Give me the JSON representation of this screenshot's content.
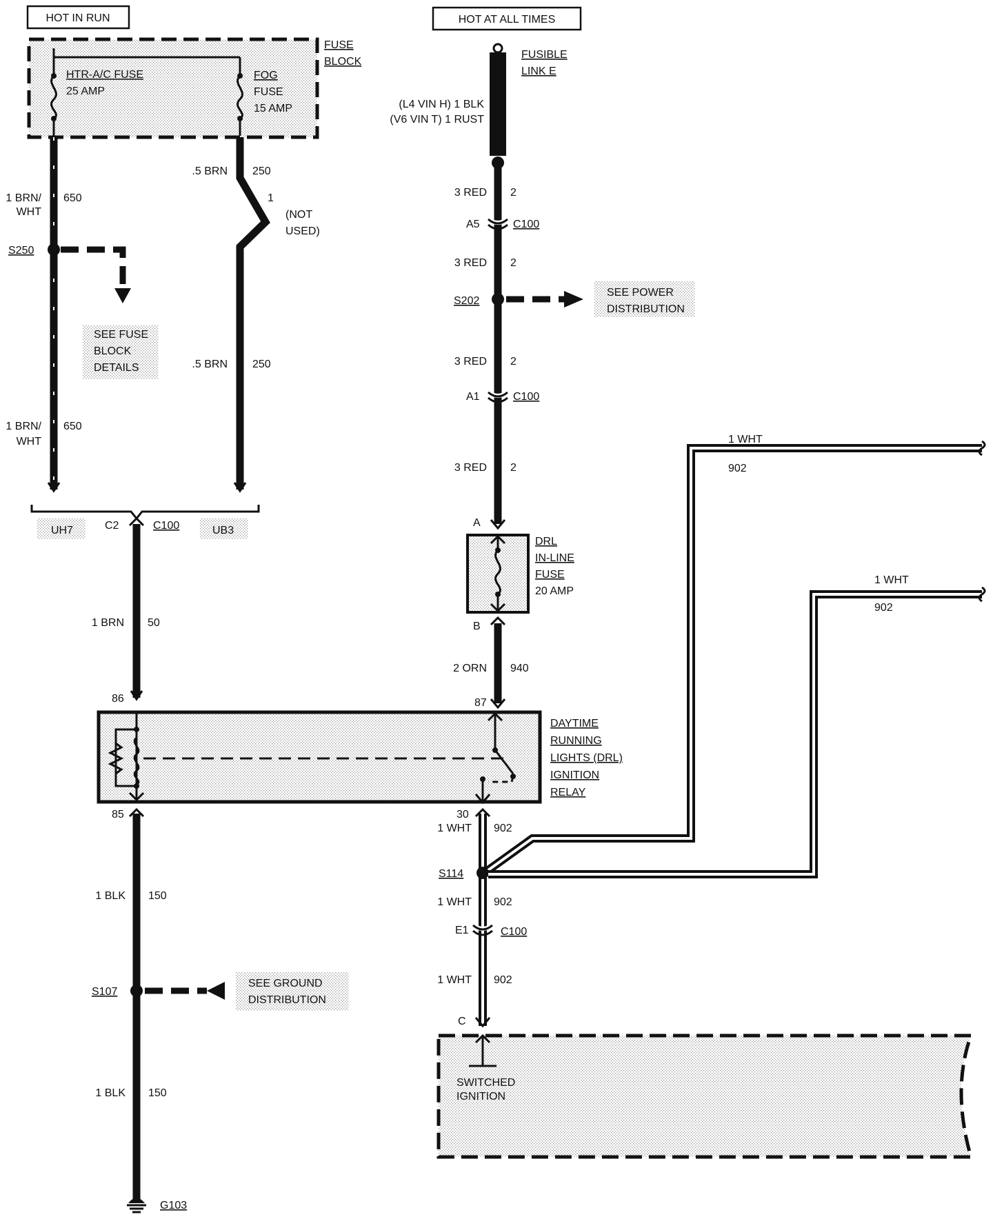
{
  "headers": {
    "hot_in_run": "HOT IN RUN",
    "hot_at_all_times": "HOT AT ALL TIMES"
  },
  "fuse_block": {
    "label_line1": "FUSE",
    "label_line2": "BLOCK",
    "htr_fuse_line1": "HTR-A/C FUSE",
    "htr_fuse_line2": "25 AMP",
    "fog_fuse_line1": "FOG",
    "fog_fuse_line2": "FUSE",
    "fog_fuse_line3": "15 AMP"
  },
  "fusible_link": {
    "label_line1": "FUSIBLE",
    "label_line2": "LINK E",
    "wire_line1": "(L4 VIN H) 1 BLK",
    "wire_line2": "(V6 VIN T) 1 RUST"
  },
  "left_wires": {
    "w650_a_color1": "1 BRN/",
    "w650_a_color2": "WHT",
    "w650_a_circuit": "650",
    "w650_b_color1": "1 BRN/",
    "w650_b_color2": "WHT",
    "w650_b_circuit": "650",
    "s250": "S250",
    "see_fuse_line1": "SEE FUSE",
    "see_fuse_line2": "BLOCK",
    "see_fuse_line3": "DETAILS",
    "w250_a_color": ".5 BRN",
    "w250_a_circuit": "250",
    "w250_b_color": ".5 BRN",
    "w250_b_circuit": "250",
    "pin1": "1",
    "not_used_line1": "(NOT",
    "not_used_line2": "USED)",
    "uh7": "UH7",
    "ub3": "UB3",
    "c2": "C2",
    "c100": "C100",
    "w50_color": "1 BRN",
    "w50_circuit": "50",
    "pin86": "86",
    "pin85": "85",
    "w150_a_color": "1 BLK",
    "w150_a_circuit": "150",
    "s107": "S107",
    "see_ground_line1": "SEE GROUND",
    "see_ground_line2": "DISTRIBUTION",
    "w150_b_color": "1 BLK",
    "w150_b_circuit": "150",
    "g103": "G103"
  },
  "right_wires": {
    "w2_a_color": "3 RED",
    "w2_a_circuit": "2",
    "a5": "A5",
    "c100_a": "C100",
    "w2_b_color": "3 RED",
    "w2_b_circuit": "2",
    "s202": "S202",
    "see_power_line1": "SEE POWER",
    "see_power_line2": "DISTRIBUTION",
    "w2_c_color": "3 RED",
    "w2_c_circuit": "2",
    "a1": "A1",
    "c100_b": "C100",
    "w2_d_color": "3 RED",
    "w2_d_circuit": "2",
    "pin_a": "A",
    "drl_fuse_line1": "DRL",
    "drl_fuse_line2": "IN-LINE",
    "drl_fuse_line3": "FUSE",
    "drl_fuse_line4": "20 AMP",
    "pin_b": "B",
    "w940_color": "2 ORN",
    "w940_circuit": "940",
    "pin87": "87",
    "pin30": "30",
    "w902_a_color": "1 WHT",
    "w902_a_circuit": "902",
    "s114": "S114",
    "w902_b_color": "1 WHT",
    "w902_b_circuit": "902",
    "e1": "E1",
    "c100_c": "C100",
    "w902_c_color": "1 WHT",
    "w902_c_circuit": "902",
    "pin_c": "C",
    "switched_line1": "SWITCHED",
    "switched_line2": "IGNITION",
    "branch1_color": "1 WHT",
    "branch1_circuit": "902",
    "branch2_color": "1 WHT",
    "branch2_circuit": "902"
  },
  "relay": {
    "label_line1": "DAYTIME",
    "label_line2": "RUNNING",
    "label_line3": "LIGHTS (DRL)",
    "label_line4": "IGNITION",
    "label_line5": "RELAY"
  }
}
